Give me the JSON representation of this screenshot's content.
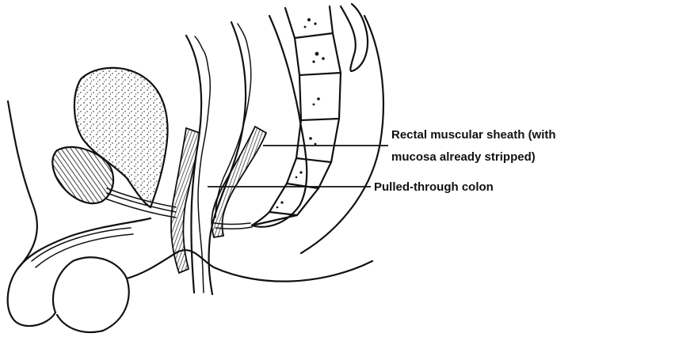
{
  "labels": {
    "rectal_sheath_line1": "Rectal muscular sheath (with",
    "rectal_sheath_line2": "mucosa already stripped)",
    "pulled_through_colon": "Pulled-through colon"
  },
  "colors": {
    "ink": "#111111",
    "background": "#ffffff"
  }
}
